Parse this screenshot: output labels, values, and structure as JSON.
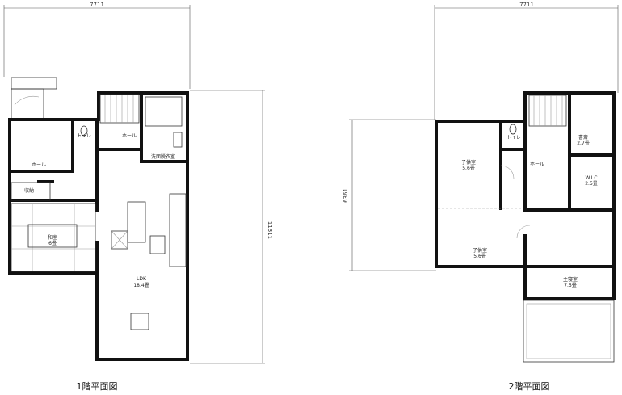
{
  "floor1": {
    "caption": "1階平面図",
    "dim_width": "7711",
    "dim_height": "11311",
    "rooms": {
      "toilet": "トイレ",
      "hall_upper": "ホール",
      "washroom": "洗面脱衣室",
      "hall_left": "ホール",
      "storage": "収納",
      "washitsu_name": "和室",
      "washitsu_size": "6畳",
      "ldk_name": "LDK",
      "ldk_size": "18.4畳"
    }
  },
  "floor2": {
    "caption": "2階平面図",
    "dim_width": "7711",
    "dim_height": "6361",
    "rooms": {
      "toilet": "トイレ",
      "hall": "ホール",
      "study_name": "書斎",
      "study_size": "2.7畳",
      "child1_name": "子供室",
      "child1_size": "5.6畳",
      "wic_name": "W.I.C",
      "wic_size": "2.5畳",
      "child2_name": "子供室",
      "child2_size": "5.6畳",
      "master_name": "主寝室",
      "master_size": "7.5畳"
    }
  }
}
